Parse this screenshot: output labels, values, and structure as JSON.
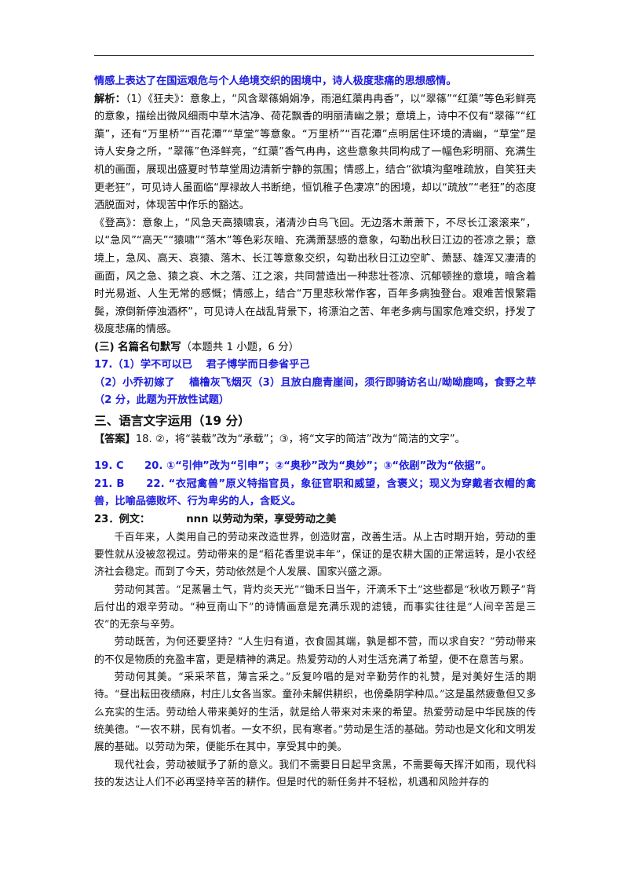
{
  "line1": "情感上表达了在国运艰危与个人绝境交织的困境中，诗人极度悲痛的思想感情。",
  "jiexi_label": "解析：",
  "jiexi_p1": "（1）《狂夫》：意象上，“风含翠篠娟娟净，雨浥红蕖冉冉香”，以“翠篠”“红蕖”等色彩鲜亮的意象，描绘出微风细雨中草木洁净、荷花飘香的明丽清幽之景；意境上，诗中不仅有“翠篠”“红蕖”，还有“万里桥”“百花潭”“草堂”等意象。“万里桥”“百花潭”点明居住环境的清幽，“草堂”是诗人安身之所，“翠篠”色泽鲜亮，“红蕖”香气冉冉，这些意象共同构成了一幅色彩明丽、充满生机的画面，展现出盛夏时节草堂周边清新宁静的氛围；情感上，结合“欲填沟壑唯疏放，自笑狂夫更老狂”，可见诗人虽面临“厚禄故人书断绝，恒饥稚子色凄凉”的困境，却以“疏放”“老狂”的态度洒脱面对，体现苦中作乐的豁达。",
  "jiexi_p2": "《登高》：意象上，“风急天高猿啸哀，渚清沙白鸟飞回。无边落木萧萧下，不尽长江滚滚来”，以“急风”“高天”“猿啸”“落木”等色彩灰暗、充满萧瑟感的意象，勾勒出秋日江边的苍凉之景；意境上，急风、高天、哀猿、落木、长江等意象交织，勾勒出秋日江边空旷、萧瑟、雄浑又凄清的画面，风之急、猿之哀、木之落、江之滚，共同营造出一种悲壮苍凉、沉郁顿挫的意境，暗含着时光易逝、人生无常的感慨；情感上，结合“万里悲秋常作客，百年多病独登台。艰难苦恨繁霜鬓，潦倒新停浊酒杯”，可见诗人在战乱背景下，将漂泊之苦、年老多病与国家危难交织，抒发了极度悲痛的情感。",
  "sec3": "(三) 名篇名句默写",
  "sec3_note": "（本题共 1 小题，6 分）",
  "ans17": "17.（1）学不可以已　 君子博学而日参省乎己",
  "ans17b": "（2）小乔初嫁了　 樯橹灰飞烟灭（3）且放白鹿青崖间，须行即骑访名山/呦呦鹿鸣，食野之苹（2 分，此题为开放性试题）",
  "sec_lang": "三、语言文字运用（19 分）",
  "ans_label": "【答案】",
  "ans18": "18. ②，将“装载”改为“承载”；③，将“文字的简洁”改为“简洁的文字”。",
  "ans19": "19. C　　20. ①“引伸”改为“引申”；②“奥秒”改为“奥妙”；③“依剧”改为“依据”。",
  "ans21": "21. B　　22. “衣冠禽兽”原义特指官员，象征官职和威望，含褒义；现义为穿戴者衣帽的禽兽，比喻品德败坏、行为卑劣的人，含贬义。",
  "ans23_label": "23．例文：",
  "ans23_title": "nnn 以劳动为荣，享受劳动之美",
  "essay": [
    "千百年来，人类用自己的劳动来改造世界，创造财富，改善生活。从上古时期开始，劳动的重要性就从没被忽视过。劳动带来的是“稻花香里说丰年”，保证的是农耕大国的正常运转，是小农经济社会稳定。而到了今天，劳动依然是个人发展、国家兴盛之源。",
    "劳动何其苦。“足蒸暑土气，背灼炎天光”“锄禾日当午，汗滴禾下土”这些都是“秋收万颗子”背后付出的艰辛劳动。“种豆南山下”的诗情画意是充满乐观的滤镜，而事实往往是“人间辛苦是三农”的无奈与辛劳。",
    "劳动既苦，为何还要坚持？“人生归有道，衣食固其端，孰是都不营，而以求自安？”劳动带来的不仅是物质的充盈丰富，更是精神的满足。热爱劳动的人对生活充满了希望，便不在意苦与累。",
    "劳动何其美。“采采芣苢，薄言采之。”反复吟唱的是对辛勤劳作的礼赞，是对美好生活的期待。“昼出耘田夜绩麻，村庄儿女各当家。童孙未解供耕织，也傍桑阴学种瓜。”这是虽然疲惫但又多么充实的生活。劳动给人带来美好的生活，就是给人带来对未来的希望。热爱劳动是中华民族的传统美德。“一农不耕，民有饥者。一女不织，民有寒者。”劳动是生活的基础。劳动也是文化和文明发展的基础。以劳动为荣，便能乐在其中，享受其中的美。",
    "现代社会，劳动被赋予了新的意义。我们不需要日日起早贪黑，不需要每天挥汗如雨，现代科技的发达让人们不必再坚持辛苦的耕作。但是时代的新任务并不轻松，机遇和风险并存的"
  ]
}
